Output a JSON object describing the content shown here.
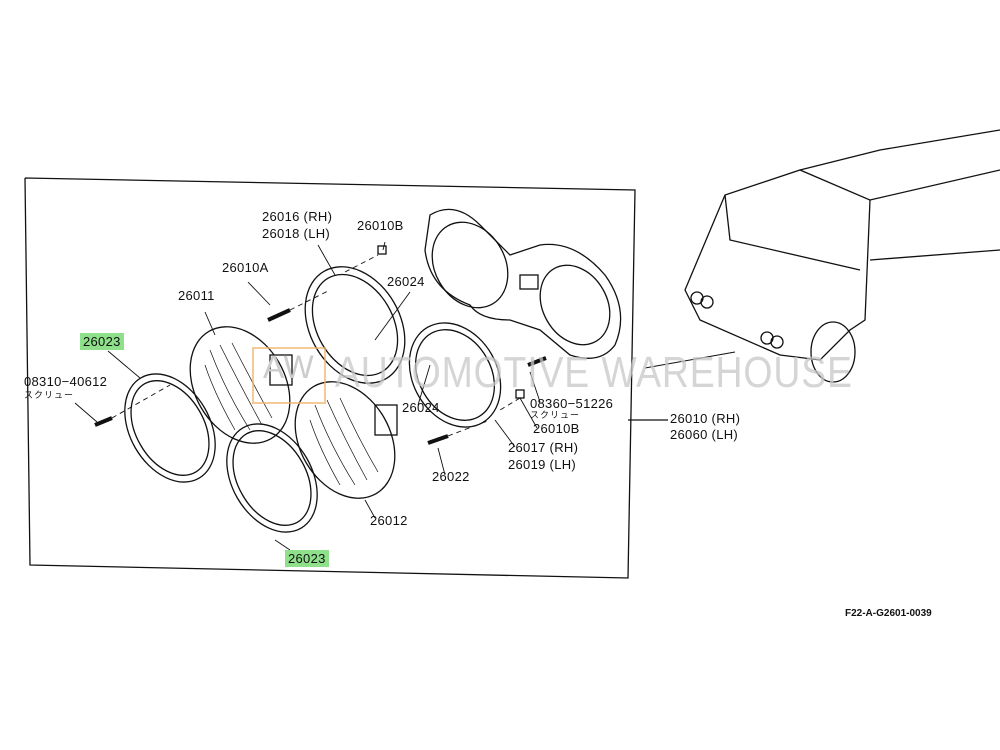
{
  "diagram": {
    "watermark": "AUTOMOTIVE WAREHOUSE",
    "watermark_logo": "AW",
    "figure_code": "F22-A-G2601-0039",
    "highlight_color": "#8fe08a",
    "labels": {
      "rim_rh": "26016 (RH)",
      "rim_lh": "26018 (LH)",
      "nut_top": "26010B",
      "screw_a": "26010A",
      "spring_top": "26024",
      "lamp_upper": "26011",
      "ring_left": "26023",
      "screw_left": "08310−40612",
      "screw_left_sub": "スクリュー",
      "spring_mid": "26024",
      "screw_right": "08360−51226",
      "screw_right_sub": "スクリュー",
      "nut_mid": "26010B",
      "rim2_rh": "26017 (RH)",
      "rim2_lh": "26019 (LH)",
      "screw_bottom": "26022",
      "lamp_lower": "26012",
      "ring_bottom": "26023",
      "assy_rh": "26010 (RH)",
      "assy_lh": "26060 (LH)"
    }
  }
}
